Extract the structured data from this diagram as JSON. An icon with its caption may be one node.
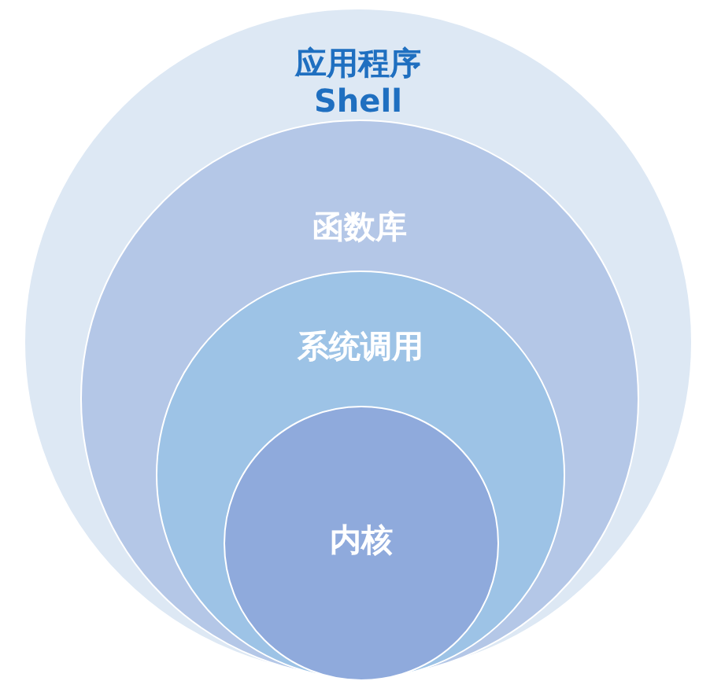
{
  "diagram": {
    "nodes": [
      {
        "text": [
          "应用程序",
          "Shell"
        ]
      },
      {
        "text": [
          "函数库"
        ],
        "in": 0
      },
      {
        "text": [
          "系统调用"
        ],
        "in": 1
      },
      {
        "text": [
          "内核"
        ],
        "in": 2
      }
    ]
  }
}
